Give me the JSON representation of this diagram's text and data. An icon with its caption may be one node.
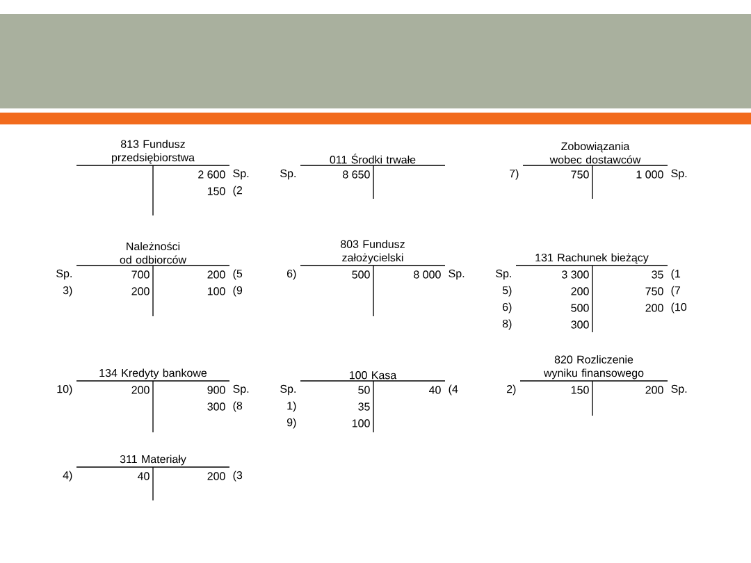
{
  "diagram": {
    "nodes": [
      {
        "text": [
          "813 Fundusz przedsiębiorstwa",
          "2 600",
          "Sp.",
          "150",
          "(2"
        ]
      },
      {
        "text": [
          "011 Środki trwałe",
          "Sp.",
          "8 650"
        ]
      },
      {
        "text": [
          "Zobowiązania wobec dostawców",
          "7)",
          "750",
          "1 000",
          "Sp."
        ]
      },
      {
        "text": [
          "Należności od odbiorców",
          "Sp.",
          "700",
          "200",
          "(5",
          "3)",
          "200",
          "100",
          "(9"
        ]
      },
      {
        "text": [
          "803 Fundusz założycielski",
          "6)",
          "500",
          "8 000",
          "Sp."
        ]
      },
      {
        "text": [
          "131 Rachunek bieżący",
          "Sp.",
          "3 300",
          "35",
          "(1",
          "5)",
          "200",
          "750",
          "(7",
          "6)",
          "500",
          "200",
          "(10",
          "8)",
          "300"
        ]
      },
      {
        "text": [
          "134 Kredyty bankowe",
          "10)",
          "200",
          "900",
          "Sp.",
          "300",
          "(8"
        ]
      },
      {
        "text": [
          "100 Kasa",
          "Sp.",
          "50",
          "40",
          "(4",
          "1)",
          "35",
          "9)",
          "100"
        ]
      },
      {
        "text": [
          "820 Rozliczenie wyniku finansowego",
          "2)",
          "150",
          "200",
          "Sp."
        ]
      },
      {
        "text": [
          "311 Materiały",
          "4)",
          "40",
          "200",
          "(3"
        ]
      }
    ]
  }
}
